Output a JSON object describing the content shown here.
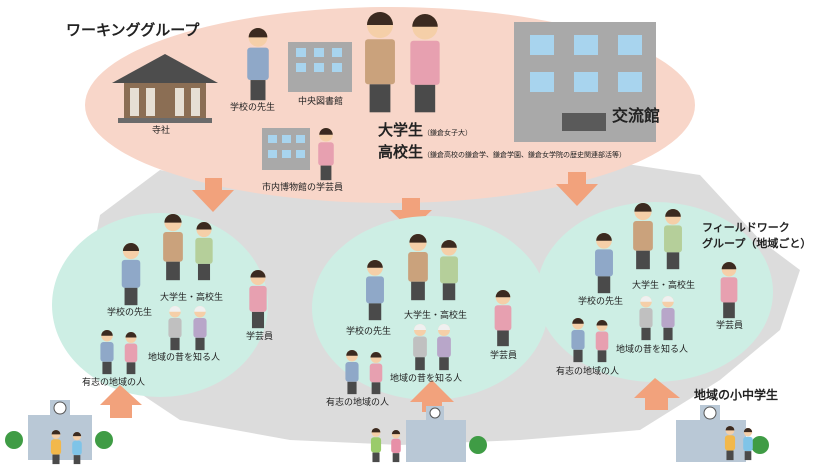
{
  "working_group": {
    "title": "ワーキンググループ",
    "members": {
      "temple": "寺社",
      "school_teacher": "学校の先生",
      "central_library": "中央図書館",
      "museum_curator": "市内博物館の学芸員",
      "university_students": "大学生",
      "university_note": "（鎌倉女子大）",
      "high_school_students": "高校生",
      "high_school_note": "（鎌倉高校の鎌倉学、鎌倉学園、鎌倉女学院の歴史関連部活等）",
      "exchange_hall": "交流館"
    }
  },
  "fieldwork_group": {
    "title_line1": "フィールドワーク",
    "title_line2": "グループ（地域ごと）"
  },
  "fieldwork_circles": [
    {
      "teacher": "学校の先生",
      "students": "大学生・高校生",
      "curator": "学芸員",
      "elders": "地域の昔を知る人",
      "volunteers": "有志の地域の人"
    },
    {
      "teacher": "学校の先生",
      "students": "大学生・高校生",
      "curator": "学芸員",
      "elders": "地域の昔を知る人",
      "volunteers": "有志の地域の人"
    },
    {
      "teacher": "学校の先生",
      "students": "大学生・高校生",
      "curator": "学芸員",
      "elders": "地域の昔を知る人",
      "volunteers": "有志の地域の人"
    }
  ],
  "local_students": "地域の小中学生",
  "colors": {
    "working_group_fill": "#f8d6c9",
    "circle_fill": "#cdeee4",
    "arrow": "#f2a27c",
    "map_gray": "#dcdcdc",
    "building": "#a9a9a9",
    "window": "#a8d4ee"
  },
  "icons": [
    "temple-icon",
    "library-building-icon",
    "exchange-hall-icon",
    "school-building-icon",
    "person-icon",
    "elderly-person-icon",
    "child-icon"
  ]
}
